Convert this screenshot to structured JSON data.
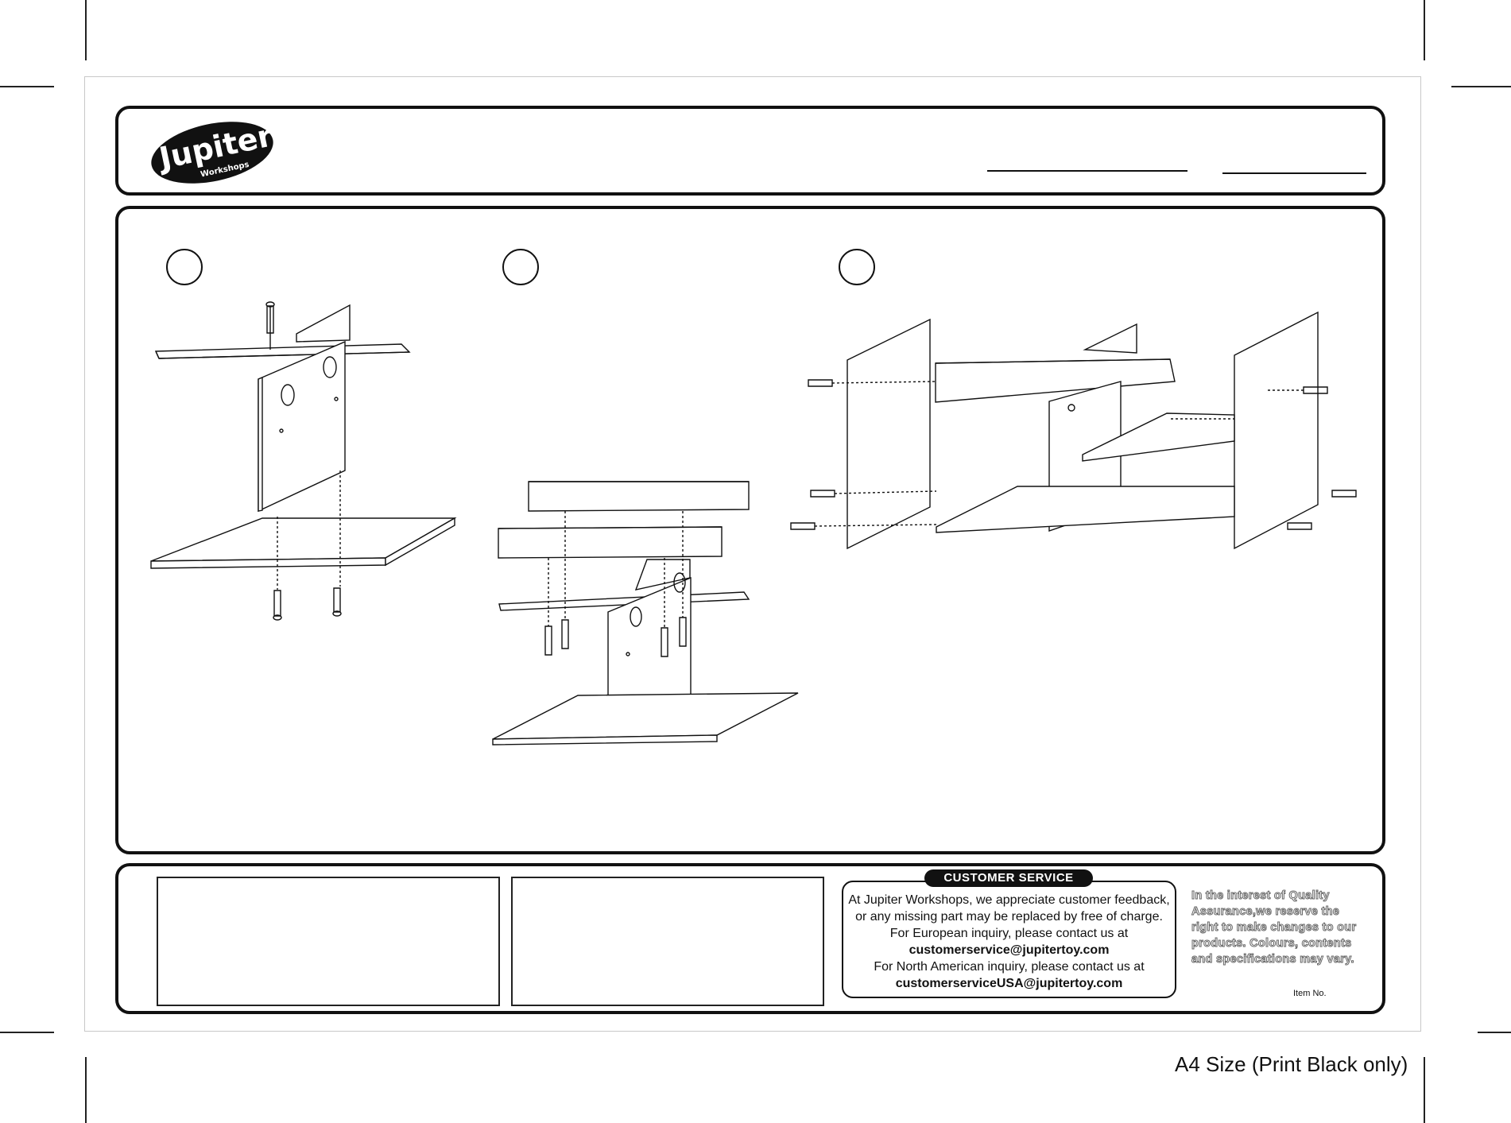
{
  "brand": {
    "logo_text": "Jupiter",
    "logo_subtext": "Workshops"
  },
  "customer_service": {
    "title": "CUSTOMER SERVICE",
    "lines": [
      "At Jupiter Workshops, we appreciate customer feedback,",
      "or any missing part may be replaced by free of charge.",
      "For European inquiry, please contact us at",
      "customerservice@jupitertoy.com",
      "For North American inquiry, please contact us at",
      "customerserviceUSA@jupitertoy.com"
    ]
  },
  "quality_notice": {
    "lines": [
      "In the interest of Quality",
      "Assurance,we reserve the",
      "right to make changes to our",
      "products. Colours, contents",
      "and specifications may vary."
    ]
  },
  "item_no_label": "Item No.",
  "footer_note": "A4 Size (Print Black only)",
  "colors": {
    "ink": "#111111",
    "sheet_border": "#c8c8c8",
    "notice_outline": "#666666"
  }
}
